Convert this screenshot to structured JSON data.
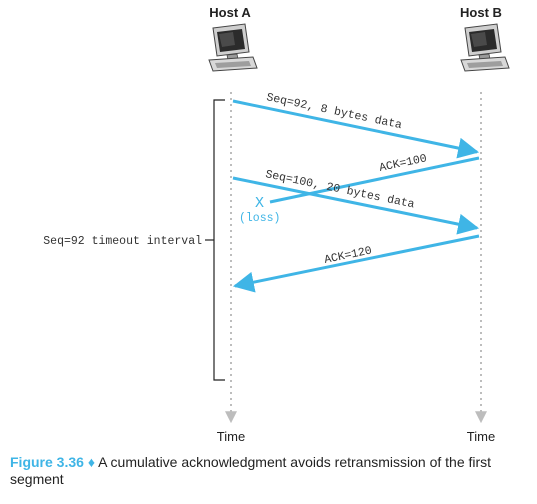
{
  "hosts": {
    "a": "Host A",
    "b": "Host B"
  },
  "time_labels": {
    "a": "Time",
    "b": "Time"
  },
  "messages": {
    "m1": "Seq=92, 8 bytes data",
    "m2": "ACK=100",
    "m3": "Seq=100, 20 bytes data",
    "m4": "ACK=120"
  },
  "loss": {
    "mark": "X",
    "label": "(loss)"
  },
  "timeout_label": "Seq=92 timeout interval",
  "caption": {
    "figure": "Figure 3.36",
    "separator": "♦",
    "text": "A cumulative acknowledgment avoids retransmission of the first segment"
  },
  "colors": {
    "arrow": "#3fb5e6",
    "timeline": "#bdbdbd"
  },
  "icons": {
    "host": "desktop-computer-icon"
  }
}
